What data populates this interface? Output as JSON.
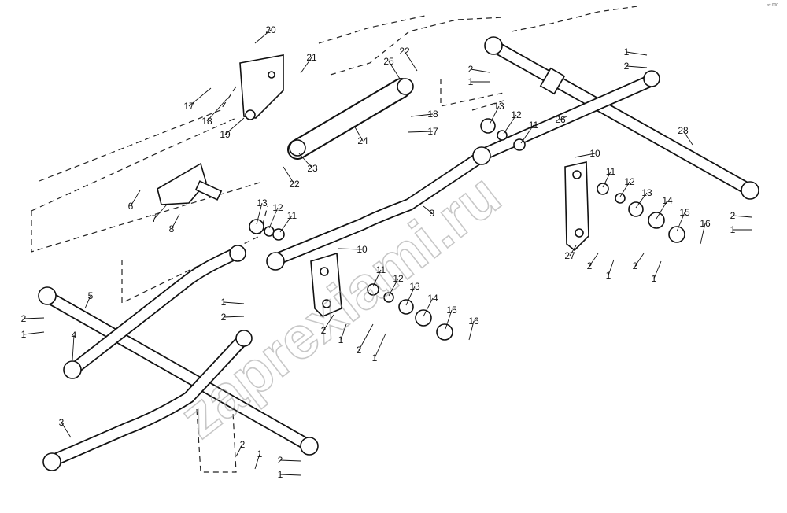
{
  "watermark": "zaprexiami.ru",
  "corner_mark": "sº 000",
  "callouts": [
    {
      "id": "c20",
      "text": "20"
    },
    {
      "id": "c21",
      "text": "21"
    },
    {
      "id": "c17a",
      "text": "17"
    },
    {
      "id": "c18a",
      "text": "18"
    },
    {
      "id": "c19",
      "text": "19"
    },
    {
      "id": "c25",
      "text": "25"
    },
    {
      "id": "c22a",
      "text": "22"
    },
    {
      "id": "c18b",
      "text": "18"
    },
    {
      "id": "c17b",
      "text": "17"
    },
    {
      "id": "c24",
      "text": "24"
    },
    {
      "id": "c23",
      "text": "23"
    },
    {
      "id": "c22b",
      "text": "22"
    },
    {
      "id": "c6",
      "text": "6"
    },
    {
      "id": "c7",
      "text": "7"
    },
    {
      "id": "c8",
      "text": "8"
    },
    {
      "id": "c13a",
      "text": "13"
    },
    {
      "id": "c12a",
      "text": "12"
    },
    {
      "id": "c11a",
      "text": "11"
    },
    {
      "id": "c2a",
      "text": "2"
    },
    {
      "id": "c1a",
      "text": "1"
    },
    {
      "id": "c1b",
      "text": "1"
    },
    {
      "id": "c2b",
      "text": "2"
    },
    {
      "id": "c13b",
      "text": "13"
    },
    {
      "id": "c12b",
      "text": "12"
    },
    {
      "id": "c11b",
      "text": "11"
    },
    {
      "id": "c26",
      "text": "26"
    },
    {
      "id": "c10a",
      "text": "10"
    },
    {
      "id": "c28",
      "text": "28"
    },
    {
      "id": "c11c",
      "text": "11"
    },
    {
      "id": "c12c",
      "text": "12"
    },
    {
      "id": "c13c",
      "text": "13"
    },
    {
      "id": "c14a",
      "text": "14"
    },
    {
      "id": "c15a",
      "text": "15"
    },
    {
      "id": "c16a",
      "text": "16"
    },
    {
      "id": "c2c",
      "text": "2"
    },
    {
      "id": "c1c",
      "text": "1"
    },
    {
      "id": "c9",
      "text": "9"
    },
    {
      "id": "c27",
      "text": "27"
    },
    {
      "id": "c2d",
      "text": "2"
    },
    {
      "id": "c1d",
      "text": "1"
    },
    {
      "id": "c2e",
      "text": "2"
    },
    {
      "id": "c1e",
      "text": "1"
    },
    {
      "id": "c10b",
      "text": "10"
    },
    {
      "id": "c11d",
      "text": "11"
    },
    {
      "id": "c12d",
      "text": "12"
    },
    {
      "id": "c13d",
      "text": "13"
    },
    {
      "id": "c14b",
      "text": "14"
    },
    {
      "id": "c15b",
      "text": "15"
    },
    {
      "id": "c16b",
      "text": "16"
    },
    {
      "id": "c2f",
      "text": "2"
    },
    {
      "id": "c1f",
      "text": "1"
    },
    {
      "id": "c2g",
      "text": "2"
    },
    {
      "id": "c1g",
      "text": "1"
    },
    {
      "id": "c5",
      "text": "5"
    },
    {
      "id": "c2h",
      "text": "2"
    },
    {
      "id": "c1h",
      "text": "1"
    },
    {
      "id": "c4",
      "text": "4"
    },
    {
      "id": "c1i",
      "text": "1"
    },
    {
      "id": "c2i",
      "text": "2"
    },
    {
      "id": "c3",
      "text": "3"
    },
    {
      "id": "c2j",
      "text": "2"
    },
    {
      "id": "c1j",
      "text": "1"
    },
    {
      "id": "c1k",
      "text": "1"
    },
    {
      "id": "c2k",
      "text": "2"
    }
  ]
}
